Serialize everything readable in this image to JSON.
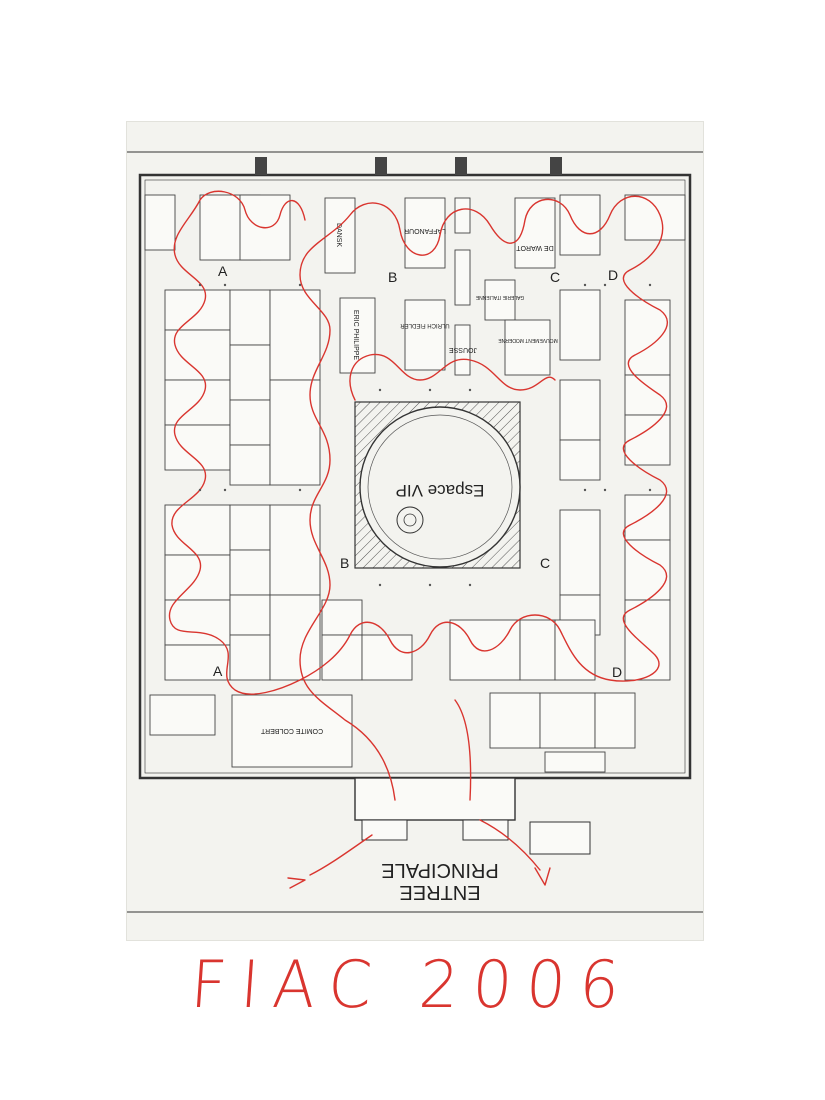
{
  "caption": "FIAC 2006",
  "entrance_label_line1": "ENTREE",
  "entrance_label_line2": "PRINCIPALE",
  "vip_label": "Espace VIP",
  "zones": [
    "A",
    "B",
    "C",
    "D",
    "A",
    "B",
    "C",
    "D"
  ],
  "stands": [
    "DANSK",
    "LAFFANOUR",
    "DE WAROT",
    "GALERIE ITALIENNE",
    "ERIC PHILIPPE",
    "ULRICH FIEDLER",
    "JOUSSE",
    "MOUVEMENT MODERNE",
    "COMITE COLBERT"
  ],
  "colors": {
    "route": "#d9352f",
    "lines": "#333333",
    "paper": "#f3f3ef",
    "caption": "#d9352f"
  }
}
